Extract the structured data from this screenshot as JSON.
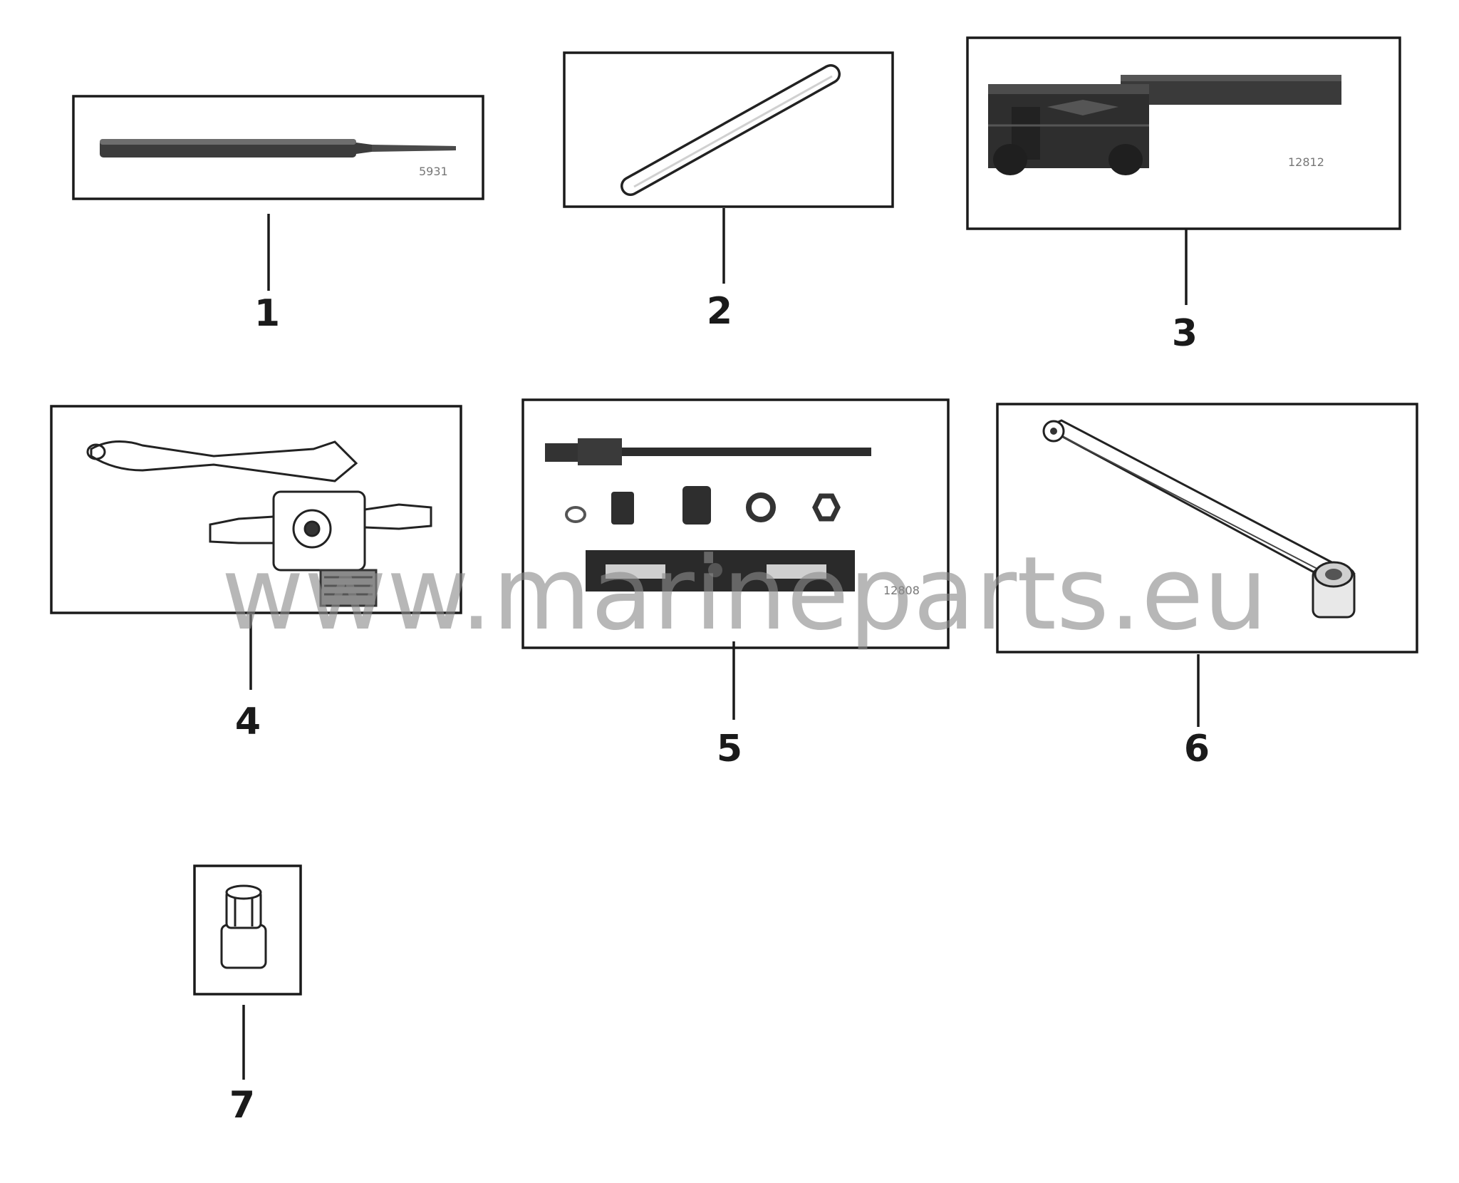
{
  "watermark": "www.marineparts.eu",
  "parts": [
    {
      "number": "1",
      "photo_code": "5931",
      "icon": "pin-punch-icon"
    },
    {
      "number": "2",
      "photo_code": "",
      "icon": "rod-icon"
    },
    {
      "number": "3",
      "photo_code": "12812",
      "icon": "holding-bar-icon"
    },
    {
      "number": "4",
      "photo_code": "",
      "icon": "grease-gun-adapter-icon"
    },
    {
      "number": "5",
      "photo_code": "12808",
      "icon": "puller-kit-icon"
    },
    {
      "number": "6",
      "photo_code": "",
      "icon": "spanner-wrench-icon"
    },
    {
      "number": "7",
      "photo_code": "",
      "icon": "socket-icon"
    }
  ]
}
